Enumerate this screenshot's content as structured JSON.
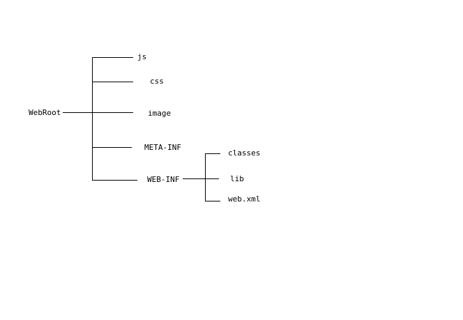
{
  "root": {
    "label": "WebRoot",
    "children": [
      {
        "label": "js"
      },
      {
        "label": "css"
      },
      {
        "label": "image"
      },
      {
        "label": "META-INF"
      },
      {
        "label": "WEB-INF",
        "children": [
          {
            "label": "classes"
          },
          {
            "label": "lib"
          },
          {
            "label": "web.xml"
          }
        ]
      }
    ]
  },
  "colors": {
    "line": "#000000",
    "text": "#000000",
    "background": "#ffffff"
  }
}
